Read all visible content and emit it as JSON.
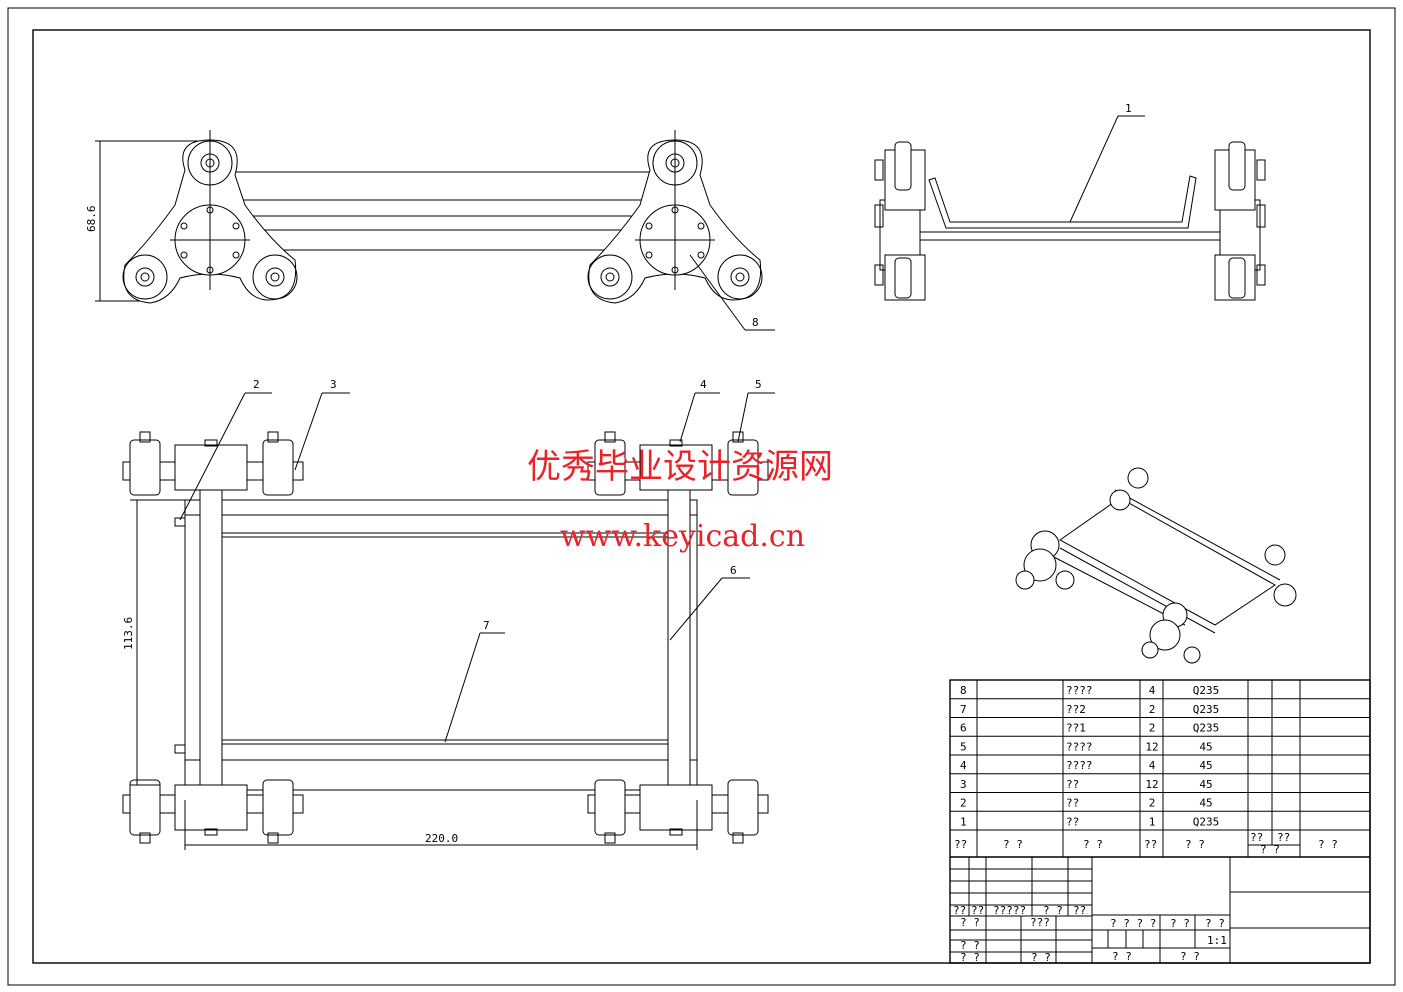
{
  "drawing": {
    "dimensions": {
      "top_height": "68.6",
      "front_height": "113.6",
      "front_width": "220.0"
    },
    "balloons": [
      "1",
      "2",
      "3",
      "4",
      "5",
      "6",
      "7",
      "8"
    ]
  },
  "watermark": {
    "title": "优秀毕业设计资源网",
    "url": "www.keyicad.cn",
    "color": "#e8232a"
  },
  "bom": {
    "rows": [
      {
        "no": "8",
        "code": "",
        "name": "????",
        "qty": "4",
        "material": "Q235"
      },
      {
        "no": "7",
        "code": "",
        "name": "??2",
        "qty": "2",
        "material": "Q235"
      },
      {
        "no": "6",
        "code": "",
        "name": "??1",
        "qty": "2",
        "material": "Q235"
      },
      {
        "no": "5",
        "code": "",
        "name": "????",
        "qty": "12",
        "material": "45"
      },
      {
        "no": "4",
        "code": "",
        "name": "????",
        "qty": "4",
        "material": "45"
      },
      {
        "no": "3",
        "code": "",
        "name": "??",
        "qty": "12",
        "material": "45"
      },
      {
        "no": "2",
        "code": "",
        "name": "??",
        "qty": "2",
        "material": "45"
      },
      {
        "no": "1",
        "code": "",
        "name": "??",
        "qty": "1",
        "material": "Q235"
      }
    ],
    "header": {
      "no": "??",
      "code": "? ?",
      "name": "? ?",
      "qty": "??",
      "material": "? ?",
      "w1": "??",
      "w2": "??",
      "wt": "? ?",
      "remark": "? ?"
    }
  },
  "title_block": {
    "sign_row": [
      "??",
      "??",
      "?????",
      "? ?",
      "??"
    ],
    "left_labels": [
      "? ?",
      "???",
      "? ?",
      "? ?",
      "? ?"
    ],
    "stage_label": "? ? ? ?",
    "mass_label": "? ?",
    "scale_label": "? ?",
    "scale": "1:1",
    "sheet_left": "?  ?",
    "sheet_right": "?  ?"
  }
}
